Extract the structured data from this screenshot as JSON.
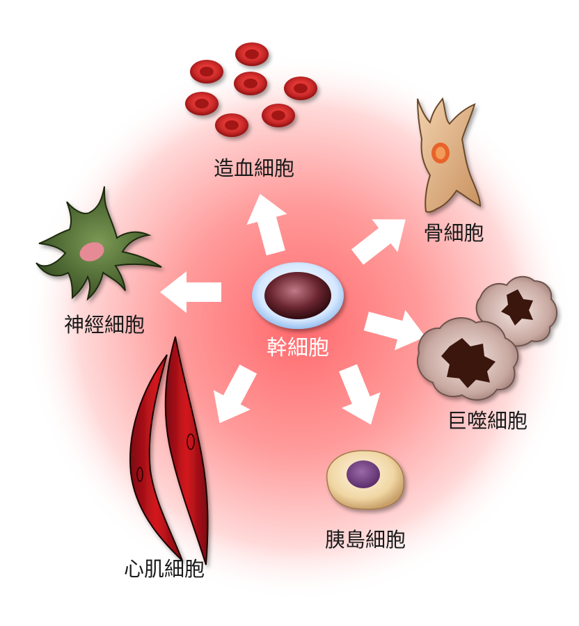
{
  "center": {
    "label": "幹細胞"
  },
  "targets": [
    {
      "id": "hematopoietic",
      "label": "造血細胞"
    },
    {
      "id": "osteocyte",
      "label": "骨細胞"
    },
    {
      "id": "macrophage",
      "label": "巨噬細胞"
    },
    {
      "id": "islet",
      "label": "胰島細胞"
    },
    {
      "id": "cardiomyocyte",
      "label": "心肌細胞"
    },
    {
      "id": "neuron",
      "label": "神經細胞"
    }
  ],
  "colors": {
    "glow": "#ff5a5f",
    "arrow": "#ffffff",
    "blood_cell": "#d9342f",
    "bone_cell": "#d9a77c",
    "macrophage": "#b9948c",
    "islet_cell": "#efd7a8",
    "muscle_cell": "#c8161d",
    "nerve_cell": "#3e5a26"
  }
}
